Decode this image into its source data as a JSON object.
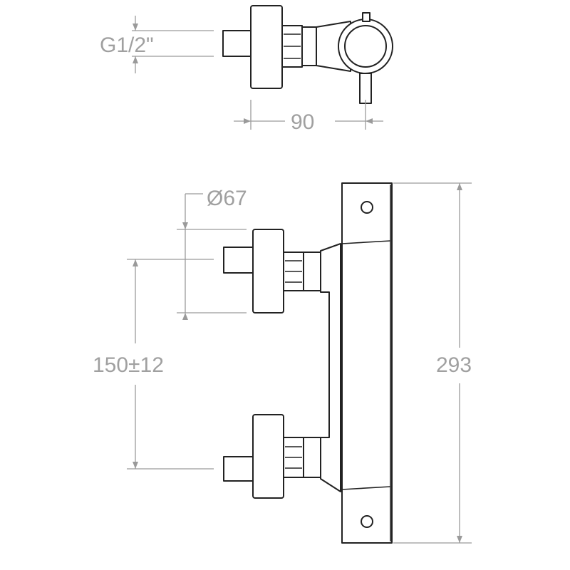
{
  "dimensions": {
    "thread": "G1/2\"",
    "depth": "90",
    "diameter": "Ø67",
    "spacing": "150±12",
    "height": "293"
  }
}
